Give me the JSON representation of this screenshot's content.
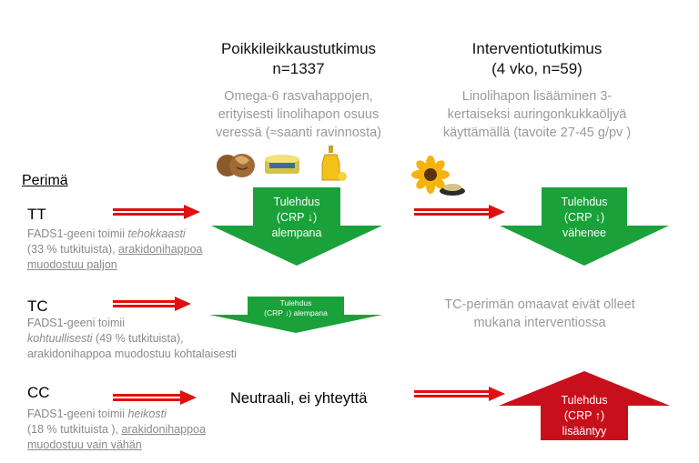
{
  "cross_sectional": {
    "title": "Poikkileikkaustutkimus",
    "n": "n=1337",
    "desc": [
      "Omega-6 rasvahappojen,",
      "erityisesti linolihapon osuus",
      "veressä (≈saanti ravinnosta)"
    ]
  },
  "intervention": {
    "title": "Interventiotutkimus",
    "n": "(4 vko, n=59)",
    "desc": [
      "Linolihapon lisääminen 3-",
      "kertaiseksi auringonkukkaöljyä",
      "käyttämällä (tavoite 27-45 g/pv )"
    ]
  },
  "perima_label": "Perimä",
  "genotypes": {
    "tt": {
      "label": "TT",
      "d1a": "FADS1-geeni toimii ",
      "d1b": "tehokkaasti",
      "d2a": "(33 % tutkituista), ",
      "d2b": "arakidonihappoa",
      "d3": "muodostuu paljon"
    },
    "tc": {
      "label": "TC",
      "d1": "FADS1-geeni toimii",
      "d2a": "kohtuullisesti",
      "d2b": " (49 % tutkituista),",
      "d3": "arakidonihappoa muodostuu kohtalaisesti"
    },
    "cc": {
      "label": "CC",
      "d1a": "FADS1-geeni toimii ",
      "d1b": "heikosti",
      "d2a": "(18 % tutkituista ), ",
      "d2b": "arakidonihappoa",
      "d3": "muodostuu vain vähän"
    }
  },
  "results": {
    "tt_cross": [
      "Tulehdus",
      "(CRP ↓)",
      "alempana"
    ],
    "tt_int": [
      "Tulehdus",
      "(CRP ↓)",
      "vähenee"
    ],
    "tc_cross": [
      "Tulehdus",
      "(CRP ↓) alempana"
    ],
    "tc_int": [
      "TC-perimän omaavat eivät olleet",
      "mukana interventiossa"
    ],
    "cc_cross": "Neutraali, ei yhteyttä",
    "cc_int": [
      "Tulehdus",
      "(CRP ↑)",
      "lisääntyy"
    ]
  },
  "colors": {
    "green": "#1aa13a",
    "red": "#c8101c",
    "gray": "#9a9a9a",
    "arrow_red": "#e01010"
  }
}
